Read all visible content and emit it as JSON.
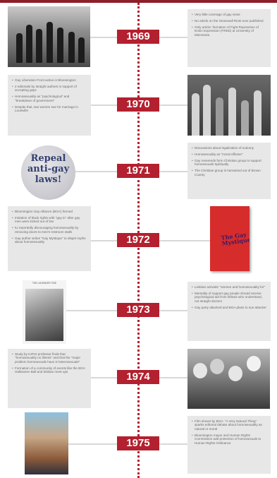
{
  "timeline": [
    {
      "year": "1969",
      "notes": [
        "Very little coverage of gay news",
        "No article on the Stonewall Riots ever published",
        "Only article: formation of Fight Repression of Erotic Expression (FREE) at University of Minnesota"
      ]
    },
    {
      "year": "1970",
      "notes": [
        "Gay Liberation Front active in Bloomington",
        "2 editorials by straight authors in support of accepting gays",
        "Homosexuality as \"psychological\" and \"breakdown of government\"",
        "Despite that, two women sue for marriage in Louisville"
      ]
    },
    {
      "year": "1971",
      "button_text": "Repeal anti-gay laws!",
      "notes": [
        "Discussions about legalization of sodomy",
        "Homosexuality as \"moral offense\"",
        "Gay reverends form Christian group to support homosexuals Spiritually",
        "The Christian group is harrassed out of Brown County"
      ]
    },
    {
      "year": "1972",
      "book_title": "The Gay Mystique",
      "notes": [
        "Bloomington Gay Alliance (BGA) formed",
        "Imitation of black rights with \"gay in\" after gay men were kicked out of bar",
        "IU reportedly discouraging homosexuality by removing doors to men's restroom stalls",
        "Gay author writes \"Gay Mystique\" to dispel myths about homosexuality"
      ]
    },
    {
      "year": "1973",
      "clipping_header": "THE LAVENDER TIDE",
      "notes": [
        "Lesbian activists' \"women and homosexuality for\"",
        "Mentality of support gay people should receive psychological aid from fellows who understand, not straight doctors",
        "Gay party attacked and BGA plans to sue attacker"
      ]
    },
    {
      "year": "1974",
      "notes": [
        "Study by IUPUI professor finds that \"homosexuality no illness\" and that the \"major problem homosexuals have is heterosexuals\"",
        "Formation of a community of events like the BGA Halloween Ball and lesbian meet ups"
      ]
    },
    {
      "year": "1975",
      "notes": [
        "Film shown by BGA: \"A Very Natural Thing\" sparks editorial debate about homosexuality as natural or moral",
        "Bloomington mayor and Human Rights Commission add protection of homosexuals to Human Rights Ordinance"
      ]
    }
  ]
}
